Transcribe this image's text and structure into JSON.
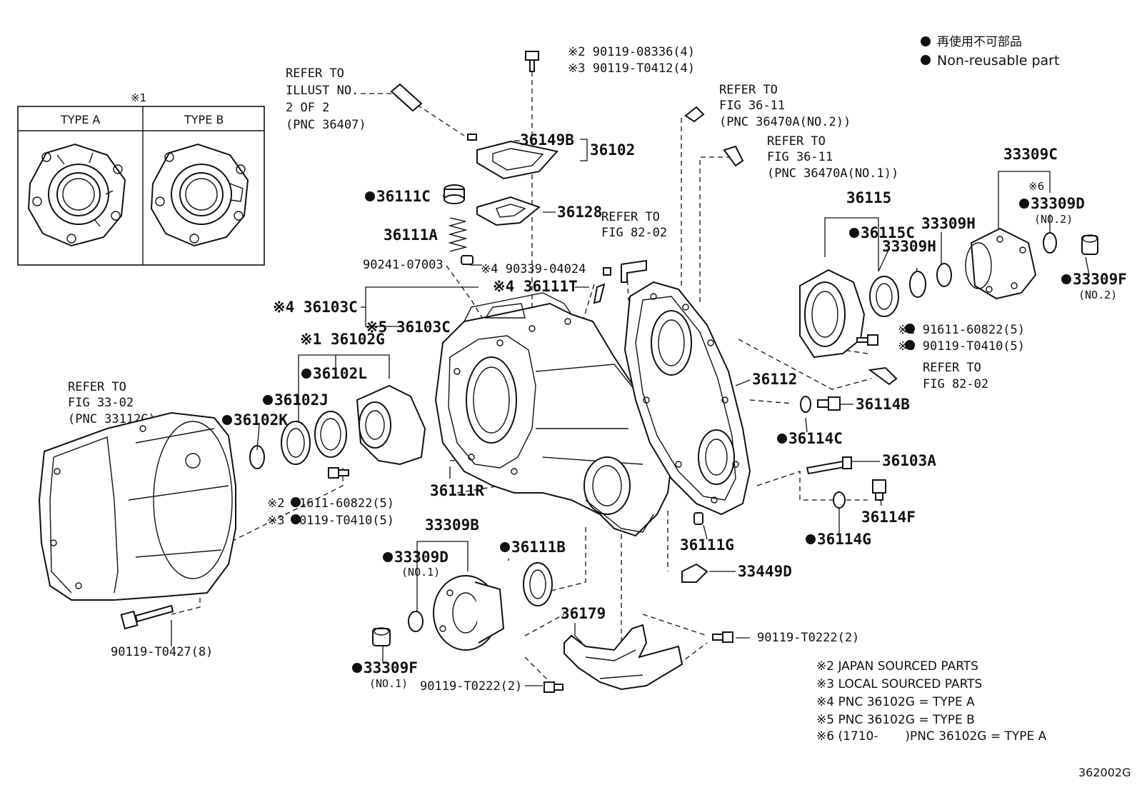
{
  "legend": {
    "jp": "再使用不可部品",
    "en": "Non-reusable part"
  },
  "inset": {
    "marker": "※1",
    "type_a": "TYPE A",
    "type_b": "TYPE B"
  },
  "refer": {
    "r1": [
      "REFER TO",
      "ILLUST NO.",
      "2 OF 2",
      "(PNC 36407)"
    ],
    "r2": [
      "REFER TO",
      "FIG 36-11",
      "(PNC 36470A(NO.2))"
    ],
    "r3": [
      "REFER TO",
      "FIG 36-11",
      "(PNC 36470A(NO.1))"
    ],
    "r4": [
      "REFER TO",
      "FIG 82-02"
    ],
    "r5": [
      "REFER TO",
      "FIG 82-02"
    ],
    "r6": [
      "REFER TO",
      "FIG 33-02",
      "(PNC 33112G)"
    ]
  },
  "parts": {
    "p90119_08336": "※2 90119-08336(4)",
    "p90119_T0412": "※3 90119-T0412(4)",
    "p36149B": "36149B",
    "p36102": "36102",
    "p36111C": "36111C",
    "p36128": "36128",
    "p36111A": "36111A",
    "p90241": "90241-07003",
    "p90339": "※4 90339-04024",
    "p36111T": "※4 36111T",
    "p36103C_a": "※4 36103C",
    "p36103C_b": "※5 36103C",
    "p36102G": "※1 36102G",
    "p36102L": "36102L",
    "p36102J": "36102J",
    "p36102K": "36102K",
    "p91611_a": "※2 91611-60822(5)",
    "p90119_T0410_a": "※3 90119-T0410(5)",
    "p36111R": "36111R",
    "p33309B": "33309B",
    "p33309D_1": "33309D",
    "no1_a": "(NO.1)",
    "p36111B": "36111B",
    "p33309F_1": "33309F",
    "no1_b": "(NO.1)",
    "p90119_T0427": "90119-T0427(8)",
    "p90119_T0222_a": "90119-T0222(2)",
    "p36179": "36179",
    "p90119_T0222_b": "90119-T0222(2)",
    "p36115": "36115",
    "p36115C": "36115C",
    "p33309H_a": "33309H",
    "p33309H_b": "33309H",
    "p33309C": "33309C",
    "p33309D_2_mark": "※6",
    "p33309D_2": "33309D",
    "no2_a": "(NO.2)",
    "p33309F_2": "33309F",
    "no2_b": "(NO.2)",
    "p91611_b": "※2 91611-60822(5)",
    "p90119_T0410_b": "※3 90119-T0410(5)",
    "p36112": "36112",
    "p36114B": "36114B",
    "p36114C": "36114C",
    "p36103A": "36103A",
    "p36114F": "36114F",
    "p36114G": "36114G",
    "p36111G": "36111G",
    "p33449D": "33449D"
  },
  "notes": [
    "※2 JAPAN SOURCED PARTS",
    "※3 LOCAL SOURCED PARTS",
    "※4 PNC 36102G = TYPE A",
    "※5 PNC 36102G = TYPE B",
    "※6 (1710-       )PNC 36102G = TYPE A"
  ],
  "figure_id": "362002G"
}
